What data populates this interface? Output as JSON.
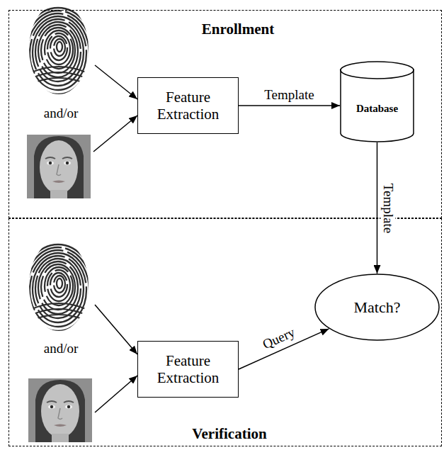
{
  "diagram": {
    "nodes": [
      {
        "text": [
          "Enrollment"
        ]
      },
      {
        "text": [
          "Feature Extraction"
        ],
        "in": 0
      },
      {
        "text": [
          "Database"
        ],
        "in": 0
      },
      {
        "text": [
          "Verification"
        ]
      },
      {
        "text": [
          "Feature Extraction"
        ],
        "in": 3
      },
      {
        "text": [
          "Match?"
        ],
        "in": 3
      }
    ],
    "edges": [
      {
        "from": 1,
        "to": 2,
        "label": "Template",
        "arrow": "to"
      },
      {
        "from": 2,
        "to": 5,
        "label": "Template",
        "arrow": "to"
      },
      {
        "from": 4,
        "to": 5,
        "label": "Query",
        "arrow": "to"
      }
    ],
    "labels": [
      "and/or",
      "and/or"
    ]
  }
}
